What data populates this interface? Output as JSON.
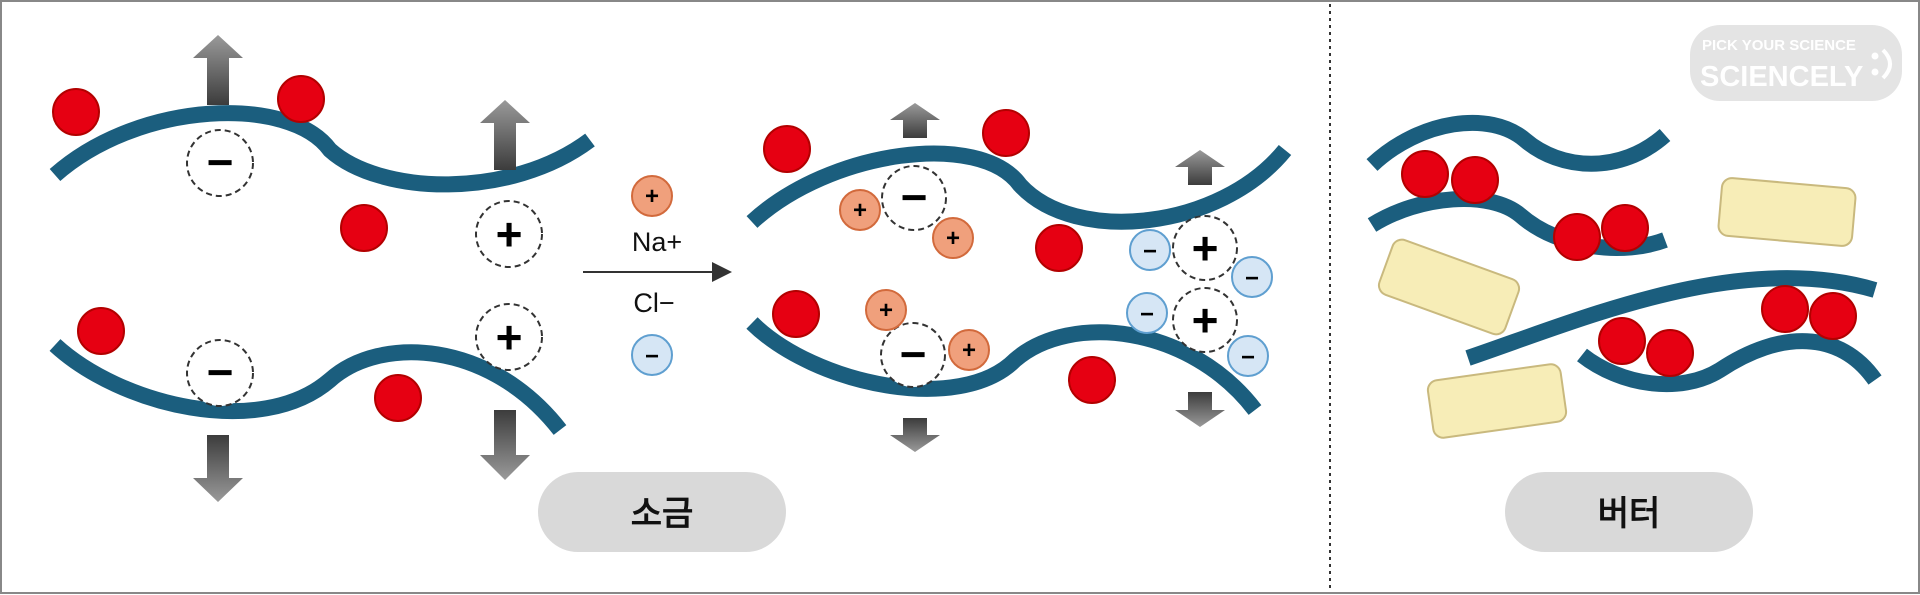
{
  "left_panel": {
    "reaction": {
      "cation_symbol": "+",
      "cation_label": "Na+",
      "anion_label": "Cl−",
      "anion_symbol": "−"
    },
    "positive_site_symbol": "+",
    "negative_site_symbol": "−",
    "label": "소금"
  },
  "right_panel": {
    "label": "버터"
  },
  "logo": {
    "line1": "PICK YOUR SCIENCE",
    "line2": "SCIENCELY"
  },
  "colors": {
    "protein_strand": "#1b5e7e",
    "fat_globule": "#e60012",
    "sodium_ion": "#f0a07c",
    "chloride_ion": "#d6e6f5",
    "water_fat_block": "#f7edb7",
    "pill": "#d9d9d9"
  }
}
